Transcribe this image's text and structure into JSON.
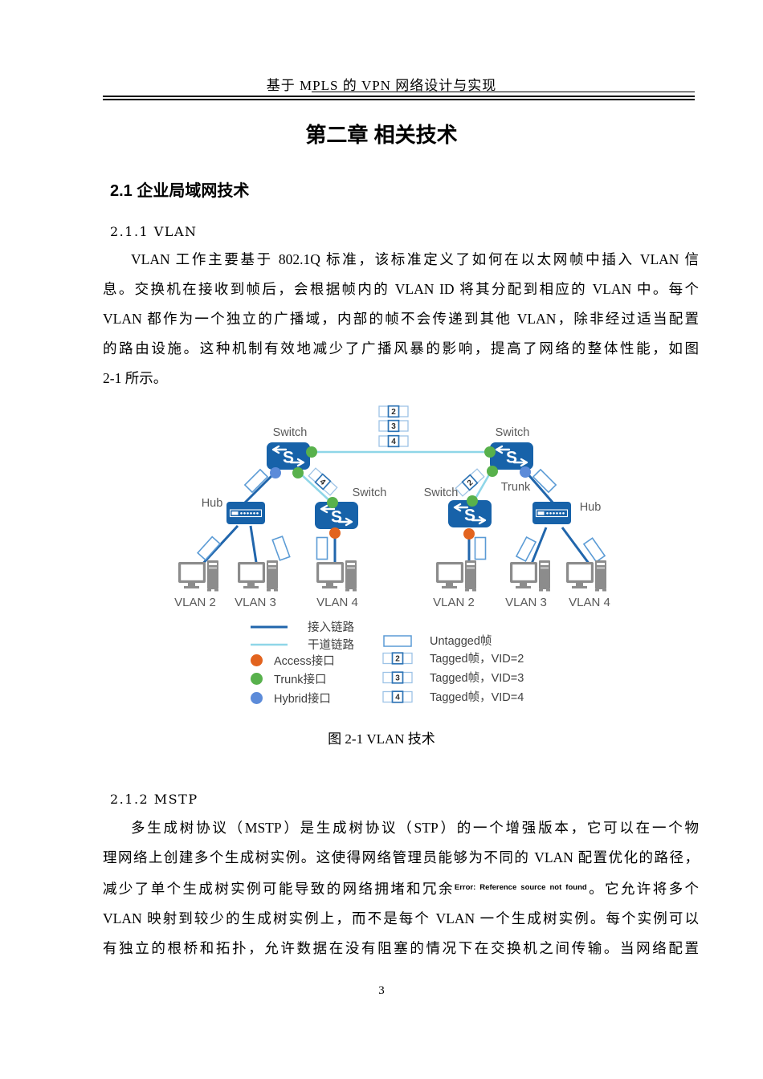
{
  "header": {
    "title": "基于 MPLS 的 VPN 网络设计与实现"
  },
  "chapter": {
    "title": "第二章 相关技术"
  },
  "section": {
    "title": "2.1 企业局域网技术"
  },
  "sub1": {
    "title": "2.1.1 VLAN"
  },
  "para_vlan": {
    "l1": "VLAN 工作主要基于 802.1Q 标准，该标准定义了如何在以太网帧中插入 VLAN 信",
    "l2": "息。交换机在接收到帧后，会根据帧内的 VLAN ID 将其分配到相应的 VLAN 中。每个",
    "l3": "VLAN 都作为一个独立的广播域，内部的帧不会传递到其他 VLAN，除非经过适当配置",
    "l4": "的路由设施。这种机制有效地减少了广播风暴的影响，提高了网络的整体性能，如图",
    "l5": "2-1 所示。"
  },
  "figure": {
    "caption": "图 2-1 VLAN 技术",
    "labels": {
      "switch": "Switch",
      "hub": "Hub",
      "trunk": "Trunk",
      "vlan2": "VLAN 2",
      "vlan3": "VLAN 3",
      "vlan4": "VLAN 4",
      "switch_glyph": "S"
    },
    "tags": {
      "t2": "2",
      "t3": "3",
      "t4": "4"
    },
    "legend": {
      "access_link": "接入链路",
      "trunk_link": "干道链路",
      "access_port": "Access接口",
      "trunk_port": "Trunk接口",
      "hybrid_port": "Hybrid接口",
      "untagged": "Untagged帧",
      "tagged2": "Tagged帧，VID=2",
      "tagged3": "Tagged帧，VID=3",
      "tagged4": "Tagged帧，VID=4"
    },
    "colors": {
      "device_blue": "#1762A9",
      "access_link": "#2166AC",
      "trunk_link": "#8FD6E8",
      "access_port": "#E2631E",
      "trunk_port": "#58B14C",
      "hybrid_port": "#5C8BD9",
      "frame_border": "#5B9BD5",
      "tag_outer_border": "#9DC3E6",
      "tag_inner_border": "#2E74B5",
      "device_gray": "#8C8C8C",
      "label_gray": "#595959"
    }
  },
  "sub2": {
    "title": "2.1.2 MSTP"
  },
  "para_mstp": {
    "l1": "多生成树协议（MSTP）是生成树协议（STP）的一个增强版本，它可以在一个物",
    "l2": "理网络上创建多个生成树实例。这使得网络管理员能够为不同的 VLAN 配置优化的路径，",
    "l3a": "减少了单个生成树实例可能导致的网络拥堵和冗余",
    "ref_error": "Error: Reference source not found",
    "l3b": "。它允许将多个",
    "l4": "VLAN 映射到较少的生成树实例上，而不是每个 VLAN 一个生成树实例。每个实例可以",
    "l5": "有独立的根桥和拓扑，允许数据在没有阻塞的情况下在交换机之间传输。当网络配置"
  },
  "footer": {
    "page_number": "3"
  }
}
